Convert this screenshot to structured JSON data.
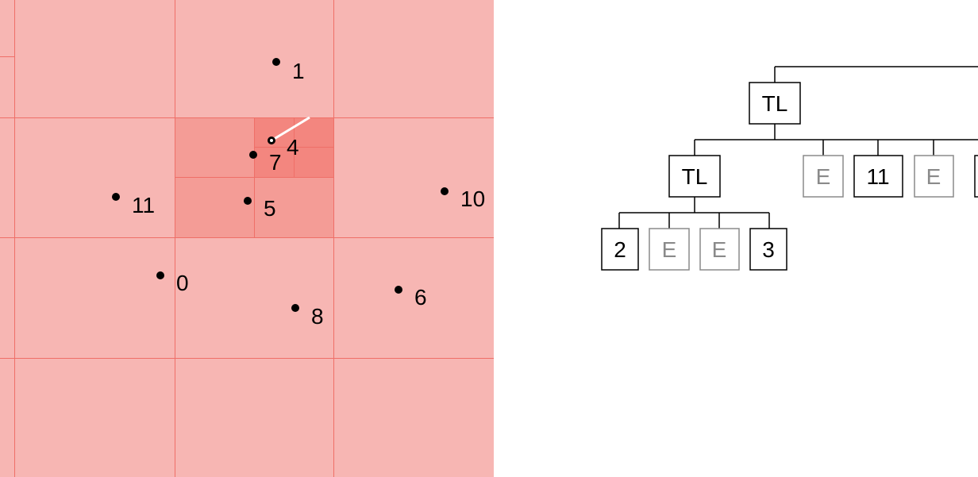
{
  "colors": {
    "region_fill": "#f7b6b3",
    "region_fill_level2": "#f49c96",
    "region_fill_level3": "#f3867f",
    "grid_line": "#ef6f68",
    "point": "#000000",
    "query_line": "#ffffff",
    "tree_line": "#000000",
    "empty_node": "#8a8a8a",
    "background": "#ffffff"
  },
  "quadtree": {
    "points": [
      {
        "label": "1"
      },
      {
        "label": "4"
      },
      {
        "label": "7"
      },
      {
        "label": "5"
      },
      {
        "label": "11"
      },
      {
        "label": "10"
      },
      {
        "label": "0"
      },
      {
        "label": "8"
      },
      {
        "label": "6"
      }
    ]
  },
  "tree": {
    "root": {
      "label": "TL"
    },
    "level1": [
      {
        "label": "TL",
        "kind": "internal"
      },
      {
        "label": "E",
        "kind": "empty"
      },
      {
        "label": "11",
        "kind": "leaf"
      },
      {
        "label": "E",
        "kind": "empty"
      }
    ],
    "level2": [
      {
        "label": "2",
        "kind": "leaf"
      },
      {
        "label": "E",
        "kind": "empty"
      },
      {
        "label": "E",
        "kind": "empty"
      },
      {
        "label": "3",
        "kind": "leaf"
      }
    ]
  }
}
